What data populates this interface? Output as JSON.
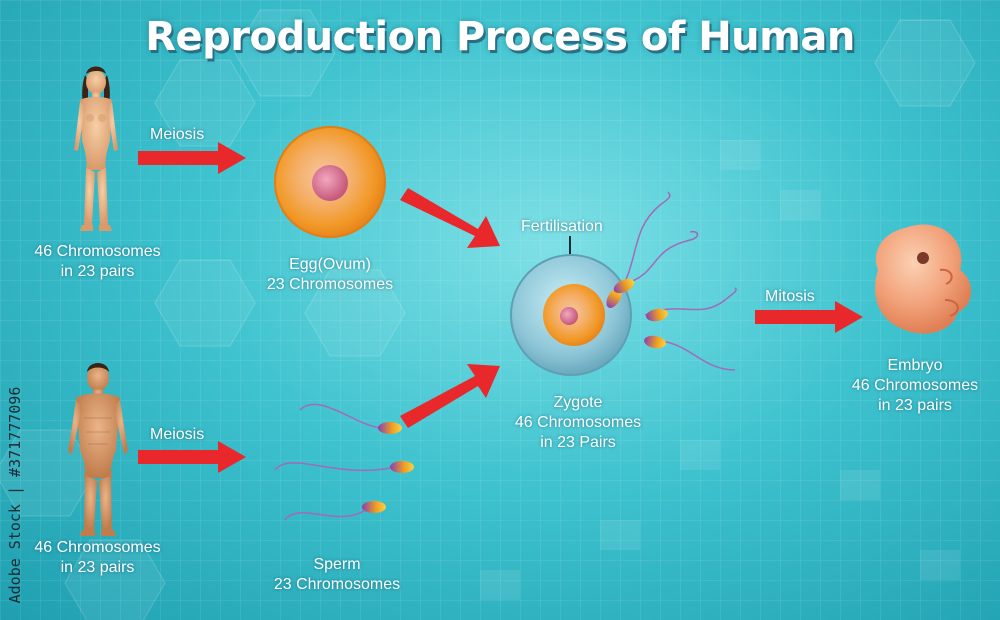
{
  "title": "Reproduction Process of Human",
  "arrows": {
    "meiosis_female": "Meiosis",
    "meiosis_male": "Meiosis",
    "mitosis": "Mitosis",
    "fertilisation": "Fertilisation"
  },
  "labels": {
    "female": [
      "46 Chromosomes",
      "in 23 pairs"
    ],
    "male": [
      "46 Chromosomes",
      "in 23 pairs"
    ],
    "egg": [
      "Egg(Ovum)",
      "23 Chromosomes"
    ],
    "sperm": [
      "Sperm",
      "23 Chromosomes"
    ],
    "zygote": [
      "Zygote",
      "46 Chromosomes",
      "in 23 Pairs"
    ],
    "embryo": [
      "Embryo",
      "46 Chromosomes",
      "in 23 pairs"
    ]
  },
  "stock_id": "Adobe Stock | #371777096",
  "colors": {
    "arrow": "#e8282b",
    "egg_outer": "#f7a51d",
    "egg_nucleus": "#d96a8a",
    "zygote_membrane": "#9ed6e6",
    "embryo": "#f2a178"
  }
}
